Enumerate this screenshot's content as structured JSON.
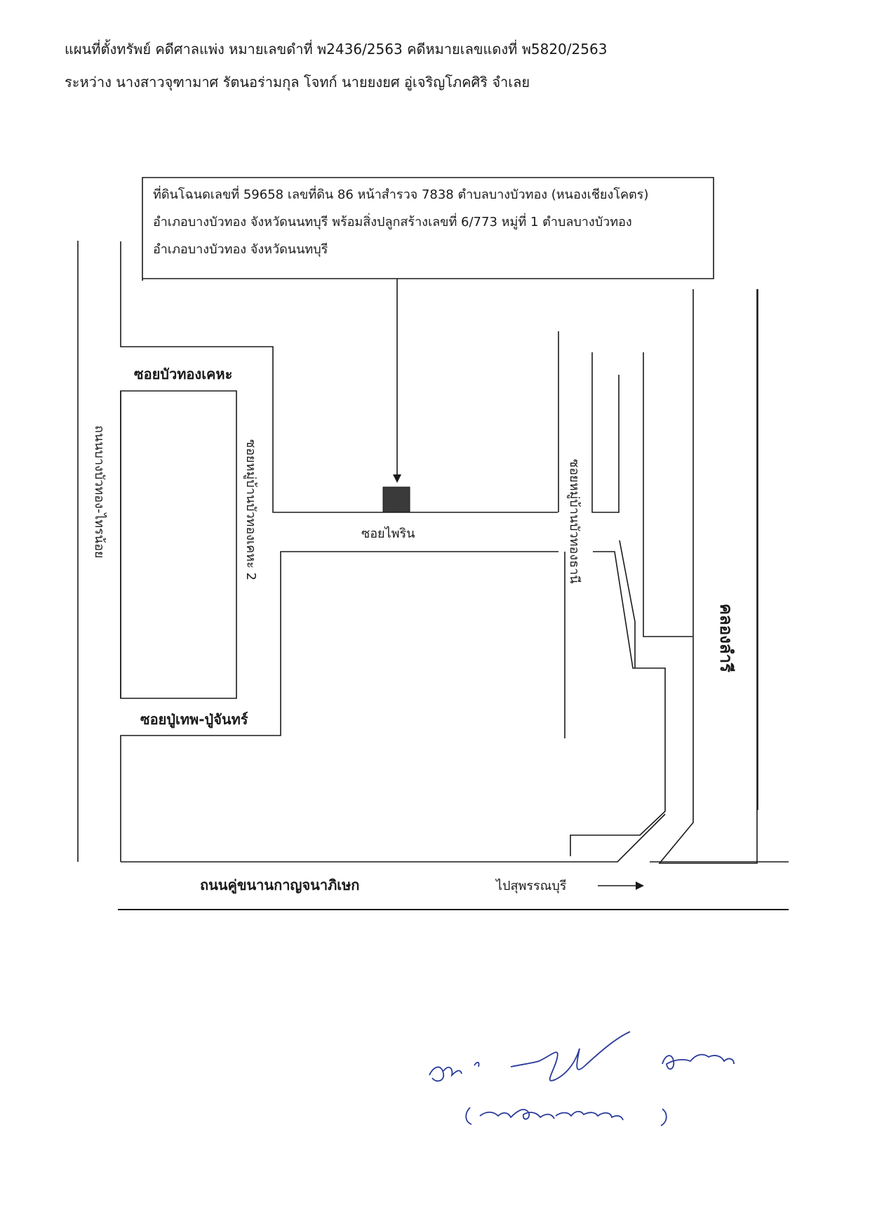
{
  "header": {
    "line1": "แผนที่ตั้งทรัพย์ คดีศาลแพ่ง หมายเลขดำที่ พ2436/2563 คดีหมายเลขแดงที่ พ5820/2563",
    "line2": "ระหว่าง นางสาวจุฑามาศ รัตนอร่ามกุล โจทก์ นายยงยศ อู่เจริญโภคศิริ จำเลย"
  },
  "callout": {
    "line1": "ที่ดินโฉนดเลขที่ 59658 เลขที่ดิน 86 หน้าสำรวจ 7838 ตำบลบางบัวทอง (หนองเชียงโคตร)",
    "line2": "อำเภอบางบัวทอง จังหวัดนนทบุรี พร้อมสิ่งปลูกสร้างเลขที่ 6/773 หมู่ที่ 1 ตำบลบางบัวทอง",
    "line3": "อำเภอบางบัวทอง จังหวัดนนทบุรี"
  },
  "roads": {
    "soi_bua_thong_kheha": "ซอยบัวทองเคหะ",
    "soi_moo_baan_bua_thong_kheha_2": "ซอยหมู่บ้านบัวทองเคหะ 2",
    "soi_phairin": "ซอยไพริน",
    "soi_moo_baan_bua_thong_thani": "ซอยหมู่บ้านบัวทองธานี",
    "soi_pu_thep_pu_chan": "ซอยปู่เทพ-ปู่จันทร์",
    "bang_bua_thong_sai_noi_road": "ถนนบางบัวทอง-ไทรน้อย",
    "kanchanaphisek_road": "ถนนคู่ขนานกาญจนาภิเษก",
    "to_suphan_buri": "ไปสุพรรณบุรี"
  },
  "canal": {
    "name": "คลองลำรี"
  },
  "icons": {
    "property_marker": "property-marker",
    "pointer_arrow": "arrow-down",
    "direction_arrow": "arrow-right"
  }
}
